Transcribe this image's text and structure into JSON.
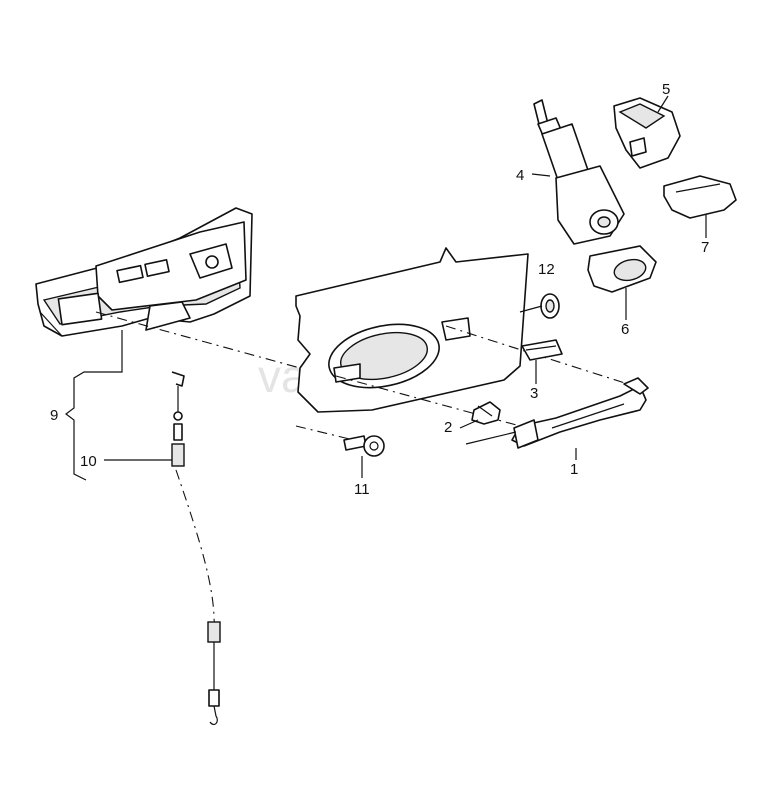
{
  "watermark": "vagtec.ru",
  "callouts": {
    "c1": "1",
    "c2": "2",
    "c3": "3",
    "c4": "4",
    "c5": "5",
    "c6": "6",
    "c7": "7",
    "c9": "9",
    "c10": "10",
    "c11": "11",
    "c12": "12"
  }
}
